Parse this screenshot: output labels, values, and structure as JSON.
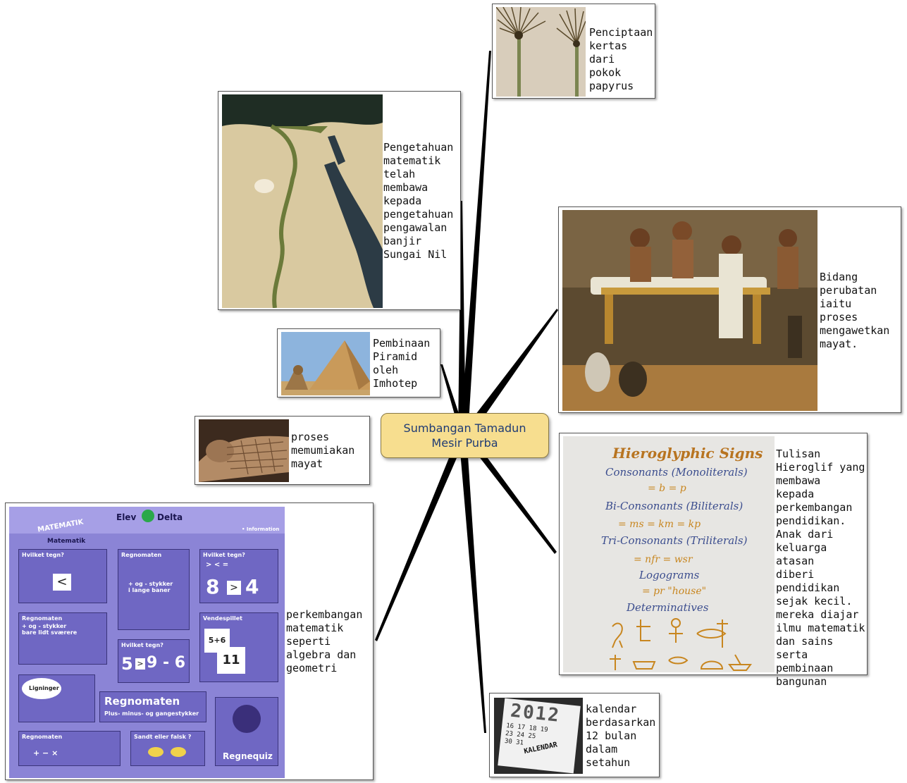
{
  "central": {
    "title": "Sumbangan Tamadun\nMesir Purba"
  },
  "nodes": {
    "papyrus": {
      "text": "Penciptaan\nkertas dari\npokok\npapyrus"
    },
    "nile": {
      "text": "Pengetahuan\nmatematik\ntelah\nmembawa\nkepada\npengetahuan\npengawalan\nbanjir\nSungai Nil"
    },
    "pyramid": {
      "text": "Pembinaan\nPiramid\noleh\nImhotep"
    },
    "mummy": {
      "text": "proses\nmemumiakan\nmayat"
    },
    "medicine": {
      "text": "Bidang\nperubatan\niaitu\nproses\nmengawetkan\nmayat."
    },
    "hieroglyph": {
      "text": "Tulisan\nHieroglif yang\nmembawa\nkepada\nperkembangan\npendidikan.\nAnak dari\nkeluarga atasan\ndiberi\npendidikan\nsejak kecil.\nmereka diajar\nilmu matematik\ndan sains serta\npembinaan\nbangunan",
      "panel": {
        "title": "Hieroglyphic Signs",
        "consonants": "Consonants (Monoliterals)",
        "c_vals": "= b        = p",
        "bi": "Bi-Consonants (Biliterals)",
        "bi_vals": "= ms      = km      = kp",
        "tri": "Tri-Consonants (Triliterals)",
        "tri_vals": "= nfr              = wsr",
        "logograms": "Logograms",
        "logo_vals": "= pr  \"house\"",
        "determinatives": "Determinatives"
      }
    },
    "math": {
      "text": "perkembangan\nmatematik\nseperti\nalgebra dan\ngeometri",
      "panel": {
        "header_left": "MATEMATIK",
        "brand": "Elev",
        "brand2": "Delta",
        "info": "• Information",
        "subtitle": "Matematik",
        "t1": "Hvilket tegn?",
        "t1_sym": "<",
        "t2": "Regnomaten",
        "t2_sub": "+ og - stykker\ni lange baner",
        "t3": "Hvilket tegn?",
        "t3_sub": "> < =",
        "t3_a": "8",
        "t3_op": ">",
        "t3_b": "4",
        "t4": "Regnomaten",
        "t4_sub": "+ og - stykker\nbare lidt sværere",
        "t5": "Hvilket tegn?",
        "t5_a": "5",
        "t5_op": ">",
        "t5_b": "9 - 6",
        "t6": "Vendespillet",
        "t6_card1": "5+6",
        "t6_card2": "11",
        "t7": "Ligninger",
        "t8": "Regnomaten",
        "t8_sub": "Plus- minus- og gangestykker",
        "t9": "Regnomaten",
        "t9_ops": "+ − ×",
        "t10": "Sandt eller falsk ?",
        "t11": "Regnequiz"
      }
    },
    "calendar": {
      "text": "kalendar\nberdasarkan\n12 bulan\ndalam\nsetahun",
      "year": "2012",
      "label": "KALENDAR",
      "days": "16 17 18 19\n23 24 25\n30 31"
    }
  },
  "colors": {
    "central_fill": "#f7de8f",
    "central_text": "#1f3b74",
    "spoke": "#000000",
    "math_panel": "#8b84d6",
    "hiero_title": "#b87420",
    "hiero_text": "#3b4d8e"
  }
}
